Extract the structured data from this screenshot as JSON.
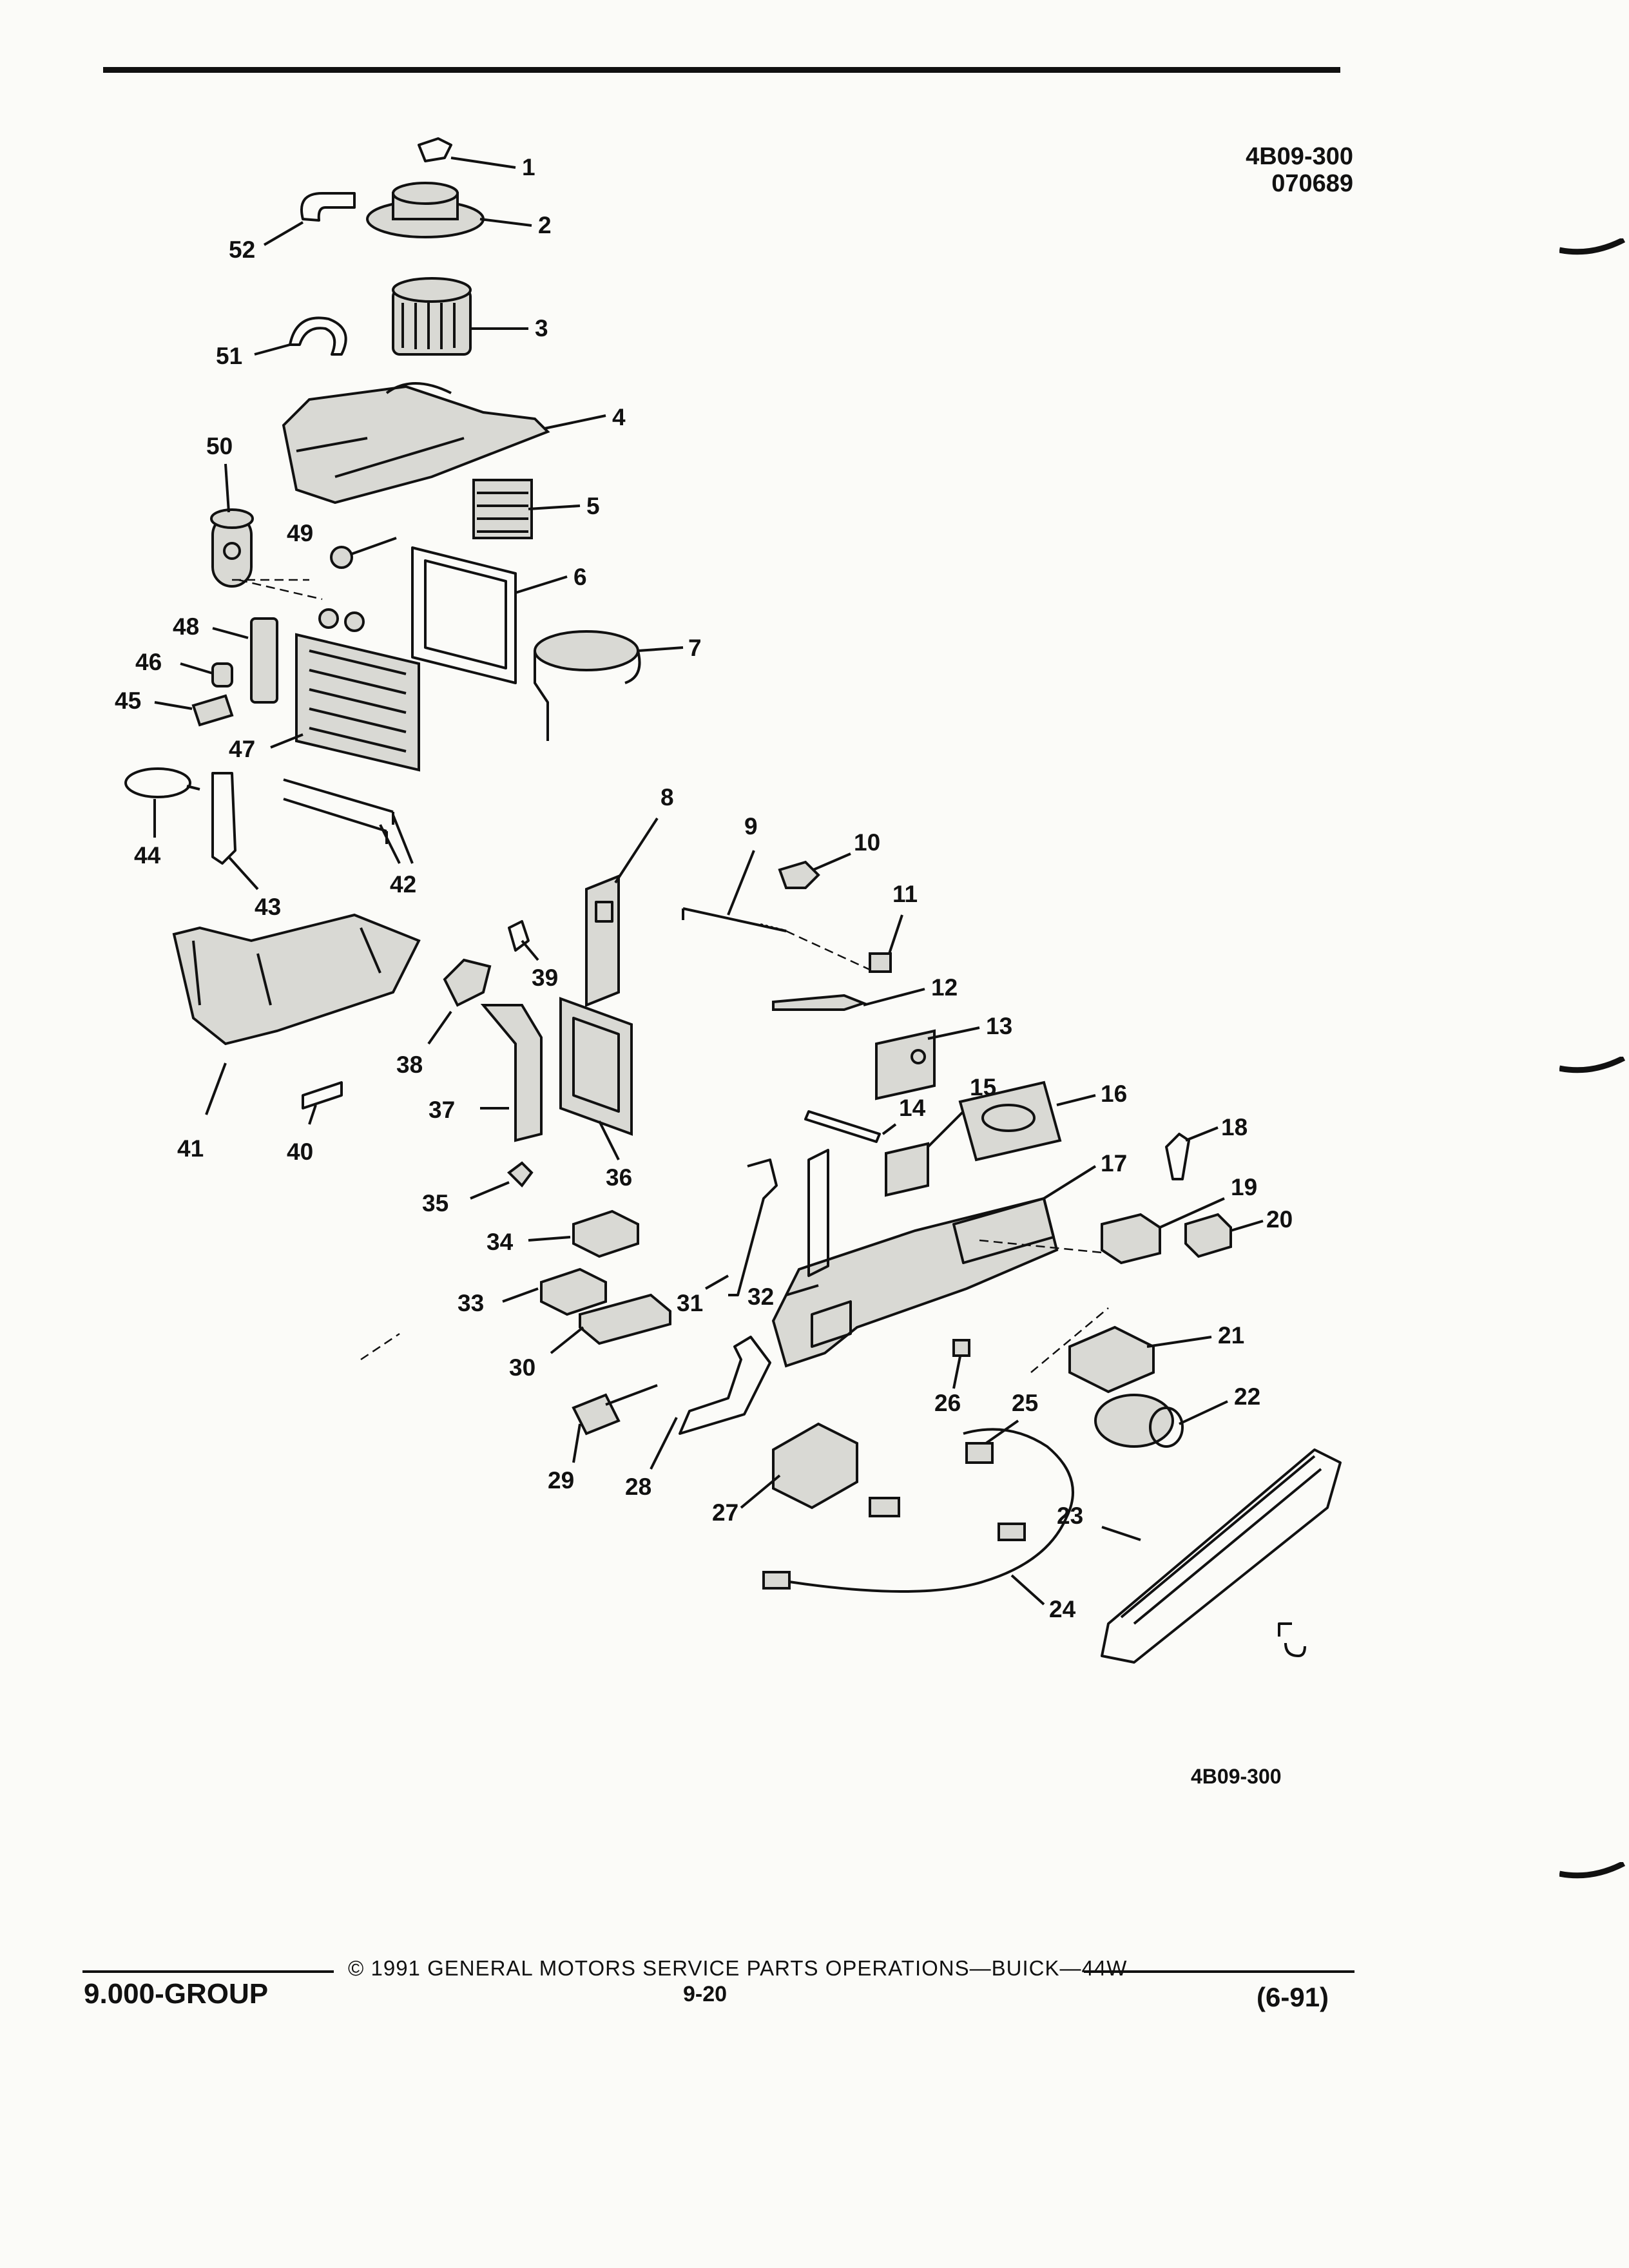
{
  "header": {
    "figure_code": "4B09-300",
    "figure_date": "070689"
  },
  "figure": {
    "bottom_code": "4B09-300",
    "callouts": [
      "1",
      "2",
      "3",
      "4",
      "5",
      "6",
      "7",
      "8",
      "9",
      "10",
      "11",
      "12",
      "13",
      "14",
      "15",
      "16",
      "17",
      "18",
      "19",
      "20",
      "21",
      "22",
      "23",
      "24",
      "25",
      "26",
      "27",
      "28",
      "29",
      "30",
      "31",
      "32",
      "33",
      "34",
      "35",
      "36",
      "37",
      "38",
      "39",
      "40",
      "41",
      "42",
      "43",
      "44",
      "45",
      "46",
      "47",
      "48",
      "49",
      "50",
      "51",
      "52"
    ]
  },
  "footer": {
    "copyright": "© 1991 GENERAL MOTORS SERVICE PARTS OPERATIONS—BUICK—44W",
    "group": "9.000-GROUP",
    "page": "9-20",
    "revision": "(6-91)"
  }
}
